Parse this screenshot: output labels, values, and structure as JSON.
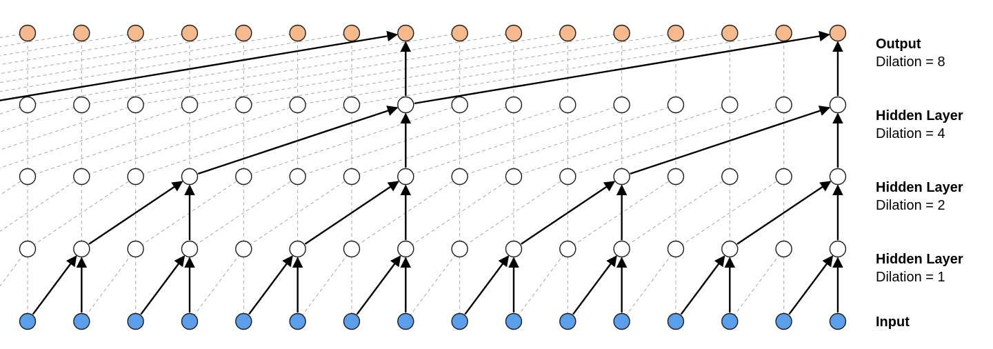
{
  "diagram": {
    "node_count": 16,
    "layers": [
      {
        "id": "input",
        "name": "Input",
        "dilation_text": "",
        "dilation": 0,
        "node_style": "input"
      },
      {
        "id": "hidden1",
        "name": "Hidden Layer",
        "dilation_text": "Dilation = 1",
        "dilation": 1,
        "node_style": "hidden"
      },
      {
        "id": "hidden2",
        "name": "Hidden Layer",
        "dilation_text": "Dilation = 2",
        "dilation": 2,
        "node_style": "hidden"
      },
      {
        "id": "hidden4",
        "name": "Hidden Layer",
        "dilation_text": "Dilation = 4",
        "dilation": 4,
        "node_style": "hidden"
      },
      {
        "id": "output",
        "name": "Output",
        "dilation_text": "Dilation = 8",
        "dilation": 8,
        "node_style": "output"
      }
    ],
    "highlighted_outputs": [
      7,
      15
    ],
    "colors": {
      "input_fill": "#5b9ee9",
      "output_fill": "#f5b98c",
      "hidden_fill": "#ffffff",
      "node_stroke": "#1a1a1a",
      "dashed_line": "#a8a8a8",
      "arrow": "#000000"
    }
  }
}
